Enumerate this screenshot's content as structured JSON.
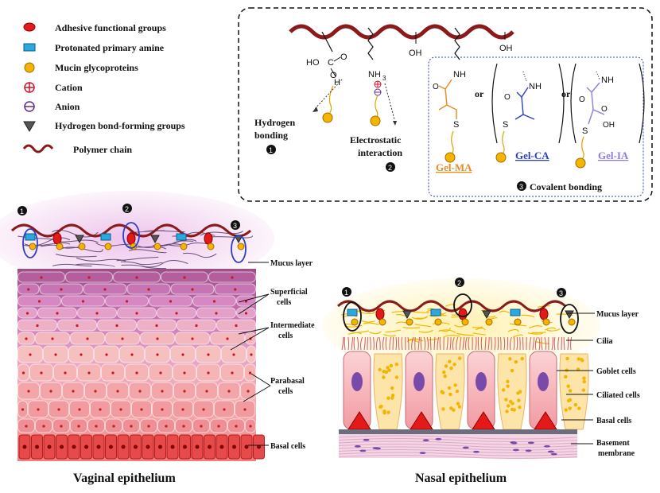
{
  "legend": {
    "adhesive": "Adhesive functional groups",
    "amine": "Protonated primary amine",
    "mucin": "Mucin glycoproteins",
    "cation": "Cation",
    "anion": "Anion",
    "hbond_groups": "Hydrogen bond-forming groups",
    "polymer": "Polymer chain"
  },
  "mechanism": {
    "hydrogen_bonding_line1": "Hydrogen",
    "hydrogen_bonding_line2": "bonding",
    "electrostatic_line1": "Electrostatic",
    "electrostatic_line2": "interaction",
    "covalent": "Covalent bonding",
    "gel_ma": "Gel-MA",
    "gel_ca": "Gel-CA",
    "gel_ia": "Gel-IA",
    "or": "or",
    "num1": "1",
    "num2": "2",
    "num3": "3",
    "chem_ho": "HO",
    "chem_c": "C",
    "chem_o": "O",
    "chem_h": "H",
    "chem_nh3": "NH",
    "chem_nh3_sub": "3",
    "chem_oh": "OH",
    "chem_nh": "NH",
    "chem_s": "S"
  },
  "vaginal": {
    "title": "Vaginal epithelium",
    "mucus_layer": "Mucus layer",
    "superficial_1": "Superficial",
    "superficial_2": "cells",
    "intermediate_1": "Intermediate",
    "intermediate_2": "cells",
    "parabasal_1": "Parabasal",
    "parabasal_2": "cells",
    "basal": "Basal cells"
  },
  "nasal": {
    "title": "Nasal epithelium",
    "mucus_layer": "Mucus layer",
    "cilia": "Cilia",
    "goblet": "Goblet cells",
    "ciliated": "Ciliated cells",
    "basal": "Basal cells",
    "basement_1": "Basement",
    "basement_2": "membrane"
  },
  "colors": {
    "polymer": "#8b1a1a",
    "mucin": "#f4b400",
    "adhesive": "#e41a1a",
    "amine": "#29a9e0",
    "gel_ma": "#e88a1c",
    "gel_ca": "#2b3fc4",
    "gel_ia": "#8a7ee0"
  }
}
